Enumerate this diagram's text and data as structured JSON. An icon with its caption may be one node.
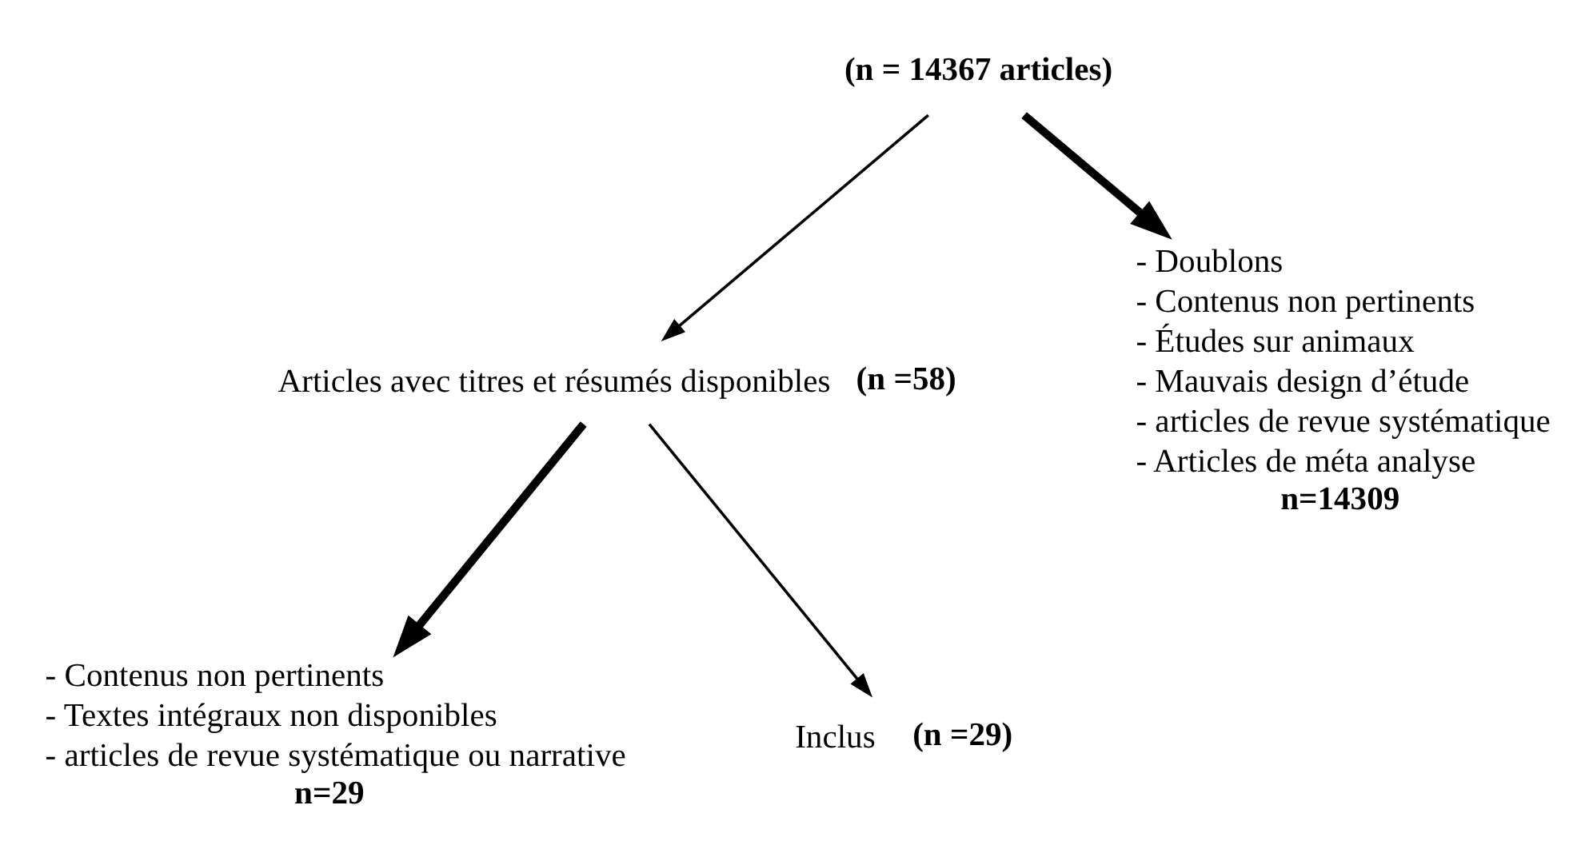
{
  "diagram": {
    "nodes": [
      {
        "text": [
          "**(n = 14367 articles)**"
        ]
      },
      {
        "text": [
          "Articles avec titres et résumés disponibles **(n =58)**"
        ]
      },
      {
        "text": [
          "- Doublons",
          "- Contenus non pertinents",
          "- Études sur animaux",
          "- Mauvais design d’étude",
          "- articles de revue systématique",
          "- Articles de méta analyse",
          "**n=14309**"
        ]
      },
      {
        "text": [
          "- Contenus non pertinents",
          "- Textes intégraux non disponibles",
          "- articles de revue systématique ou narrative",
          "**n=29**"
        ]
      },
      {
        "text": [
          "Inclus **(n =29)**"
        ]
      }
    ],
    "edges": [
      {
        "from": 0,
        "to": 1,
        "arrow": "to"
      },
      {
        "from": 0,
        "to": 2,
        "arrow": "to",
        "style": "thick"
      },
      {
        "from": 1,
        "to": 4,
        "arrow": "to"
      },
      {
        "from": 1,
        "to": 3,
        "arrow": "to",
        "style": "thick"
      }
    ]
  }
}
